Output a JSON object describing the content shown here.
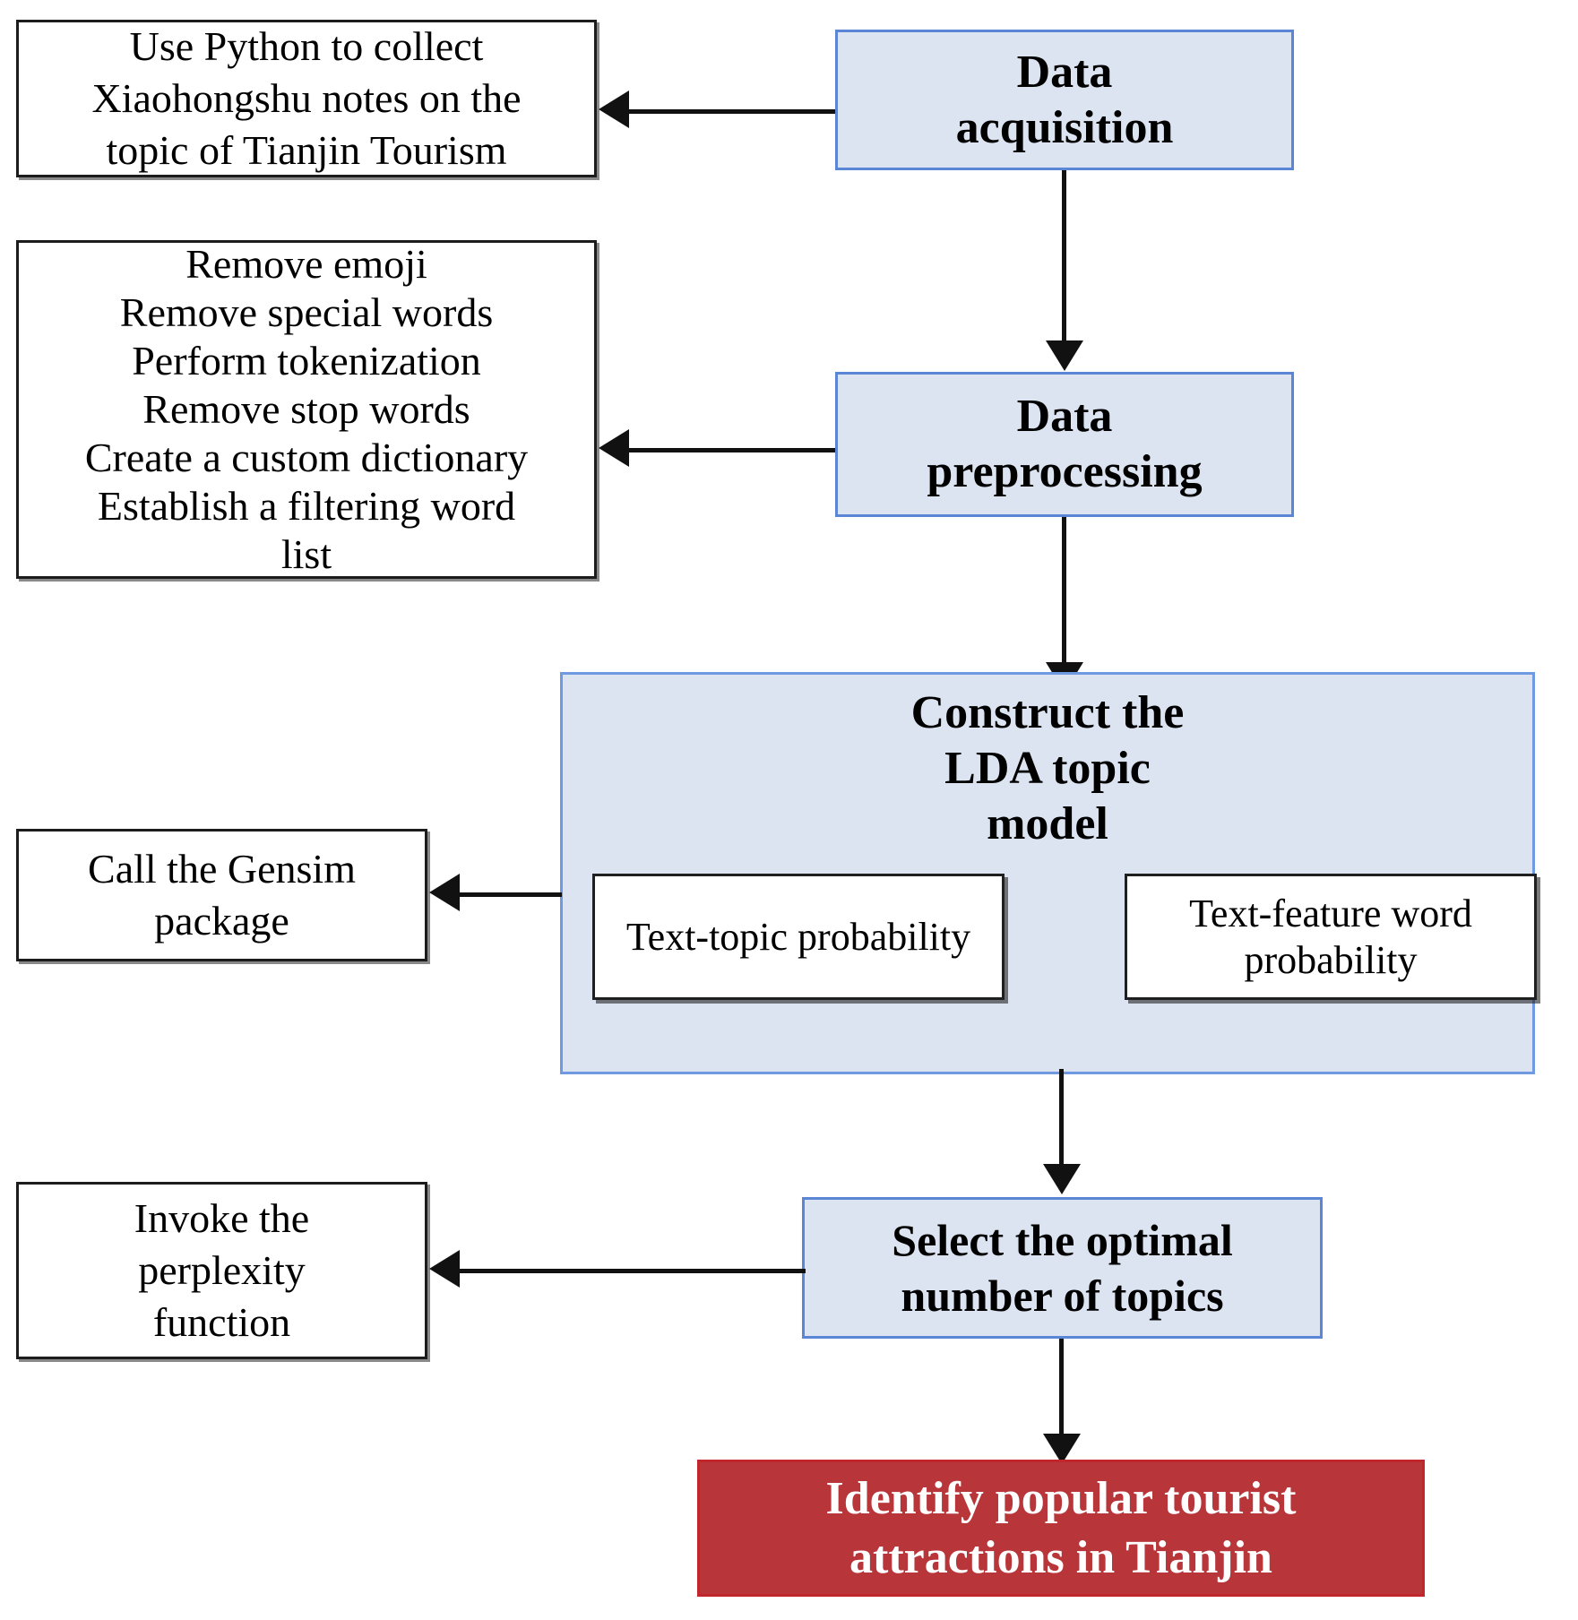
{
  "diagram": {
    "title": "LDA topic modeling workflow for Tianjin tourism",
    "colors": {
      "process_fill": "#dce4f2",
      "process_border": "#5b86d6",
      "plain_fill": "#ffffff",
      "plain_border": "#1c1c1c",
      "result_fill": "#b8363a",
      "result_border": "#c0272c",
      "result_text": "#ffffff",
      "connector": "#111111"
    },
    "nodes": {
      "data_acquisition": "Data\nacquisition",
      "collect_notes": "Use Python to collect\nXiaohongshu notes on the\ntopic of Tianjin Tourism",
      "data_preprocessing": "Data\npreprocessing",
      "preprocessing_steps": "Remove emoji\nRemove special words\nPerform tokenization\nRemove stop words\nCreate a custom dictionary\nEstablish a filtering word\nlist",
      "construct_lda": "Construct the\nLDA topic\nmodel",
      "text_topic_probability": "Text-topic\nprobability",
      "text_feature_word_probability": "Text-feature word\nprobability",
      "call_gensim": "Call the Gensim\npackage",
      "select_optimal_topics": "Select the optimal\nnumber of topics",
      "invoke_perplexity": "Invoke the\nperplexity\nfunction",
      "identify_attractions": "Identify popular tourist\nattractions in Tianjin"
    },
    "preprocessing_lines": [
      "Remove emoji",
      "Remove special words",
      "Perform tokenization",
      "Remove stop words",
      "Create a custom dictionary",
      "Establish a filtering word",
      "list"
    ]
  }
}
